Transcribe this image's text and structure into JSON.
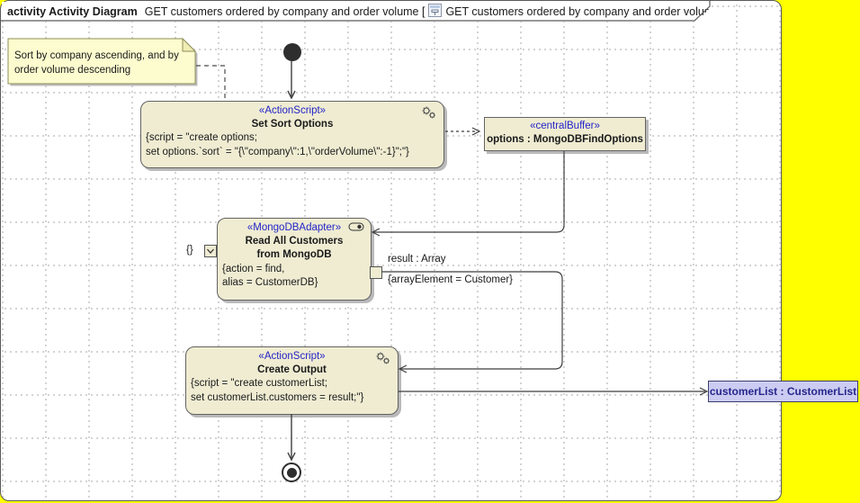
{
  "title": {
    "bold": "activity Activity Diagram",
    "before_icon": "GET customers ordered by company and order volume [",
    "after_icon": "GET customers ordered by company and order volume ]"
  },
  "note": {
    "text": "Sort by company ascending, and by order volume descending"
  },
  "nodes": {
    "set_sort_options": {
      "stereotype": "«ActionScript»",
      "name": "Set Sort Options",
      "body_line1": "{script = \"create options;",
      "body_line2": "set options.`sort` = \"{\\\"company\\\":1,\\\"orderVolume\\\":-1}\";\"}"
    },
    "options_buffer": {
      "stereotype": "«centralBuffer»",
      "name": "options : MongoDBFindOptions"
    },
    "read_customers": {
      "stereotype": "«MongoDBAdapter»",
      "name_line1": "Read All Customers",
      "name_line2": "from MongoDB",
      "body_line1": "{action = find,",
      "body_line2": "alias = CustomerDB}"
    },
    "create_output": {
      "stereotype": "«ActionScript»",
      "name": "Create Output",
      "body_line1": "{script = \"create customerList;",
      "body_line2": "set customerList.customers = result;\"}"
    },
    "customer_list": {
      "name": "customerList : CustomerList"
    }
  },
  "pins": {
    "input_constraint": "{}",
    "result_label": "result : Array",
    "result_constraint": "{arrayElement = Customer}"
  },
  "colors": {
    "page_background": "#FFFF00",
    "node_fill": "#EFECD2",
    "stereotype_text": "#2323C8",
    "object_node_fill": "#CCCCF2",
    "object_node_text": "#26268C",
    "note_fill": "#FDFCCF"
  }
}
